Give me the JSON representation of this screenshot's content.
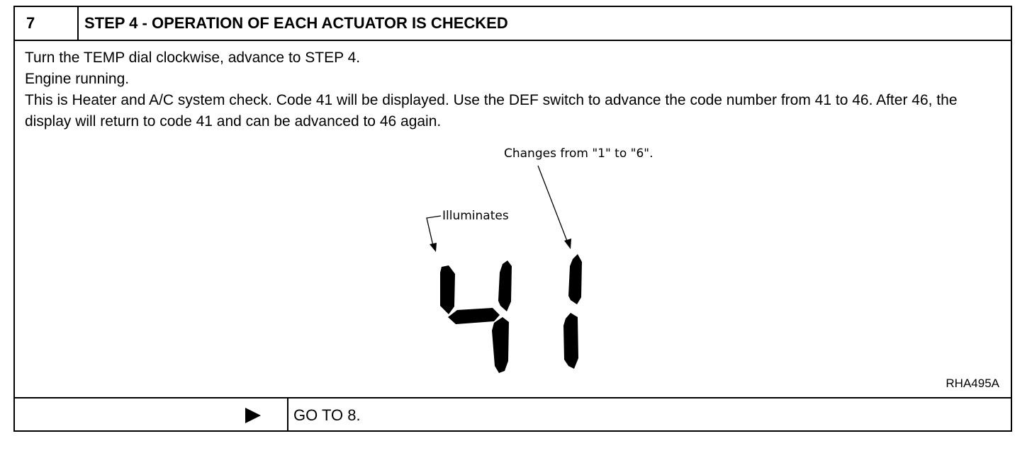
{
  "header": {
    "step_number": "7",
    "title": "STEP 4 - OPERATION OF EACH ACTUATOR IS CHECKED"
  },
  "instructions": [
    "Turn the TEMP dial clockwise, advance to STEP 4.",
    "Engine running.",
    "This is Heater and A/C system check. Code 41 will be displayed. Use the DEF switch to advance the code number from 41 to 46. After 46, the display will return to code 41 and can be advanced to 46 again."
  ],
  "figure": {
    "label_changes": "Changes from \"1\" to \"6\".",
    "label_illuminates": "Illuminates",
    "displayed_digits": "41",
    "reference_code": "RHA495A"
  },
  "footer": {
    "arrow_icon": "right-triangle-icon",
    "action": "GO TO 8."
  }
}
